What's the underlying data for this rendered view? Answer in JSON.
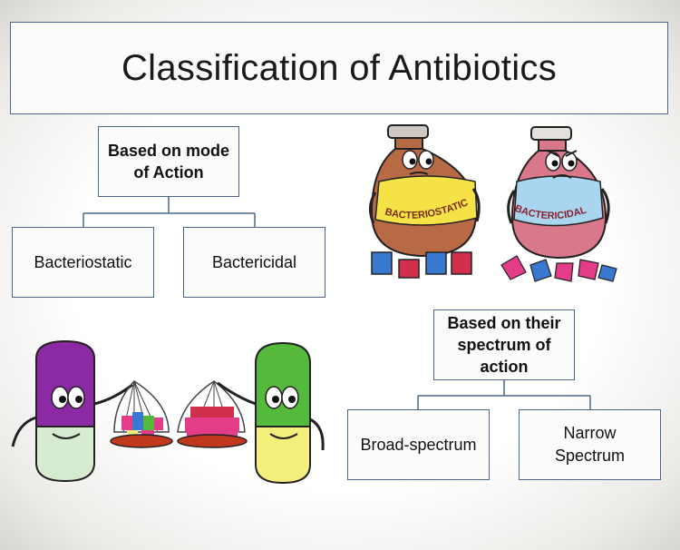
{
  "title": "Classification of Antibiotics",
  "mode": {
    "heading": [
      "Based on mode",
      "of Action"
    ],
    "left": "Bacteriostatic",
    "right": "Bactericidal"
  },
  "spectrum": {
    "heading": [
      "Based on their",
      "spectrum of",
      "action"
    ],
    "left": "Broad-spectrum",
    "right": [
      "Narrow",
      "Spectrum"
    ]
  },
  "illustration": {
    "bottle_left_label": "BACTERIOSTATIC",
    "bottle_right_label": "BACTERICIDAL",
    "colors": {
      "border": "#4a6688",
      "bottle_brown": "#b86a45",
      "bottle_pink": "#d8788a",
      "shirt_yellow": "#f4e247",
      "shirt_blue": "#a9d6ee",
      "capsule_purple": "#8c2aa6",
      "capsule_green": "#55b93b",
      "capsule_yellow": "#f3ef7c",
      "capsule_mint": "#d6ebd0"
    }
  }
}
